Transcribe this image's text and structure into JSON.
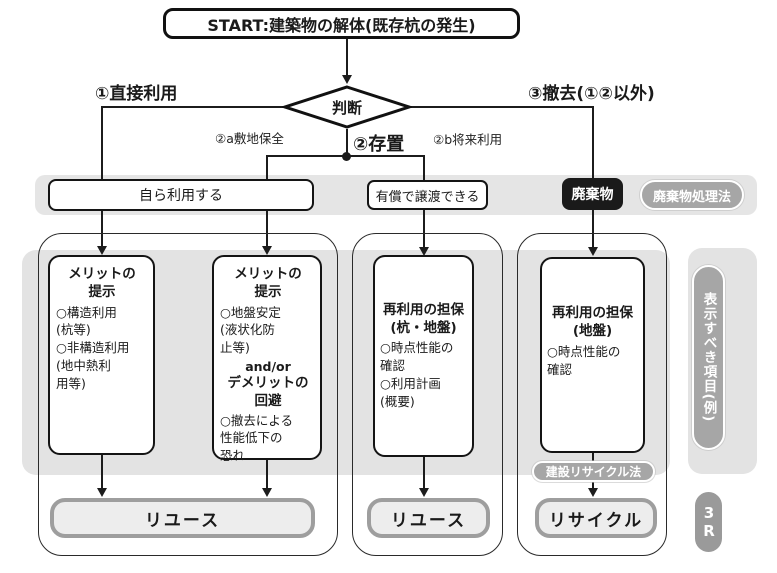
{
  "start": {
    "label": "START:建築物の解体(既存杭の発生)"
  },
  "decision": {
    "label": "判断"
  },
  "branches": {
    "direct_use": "①直接利用",
    "leave_in_place": "②存置",
    "site_preservation": "②a敷地保全",
    "future_use": "②b将来利用",
    "removal": "③撤去(①②以外)"
  },
  "middle_row": {
    "self_use": "自ら利用する",
    "paid_transfer": "有償で譲渡できる",
    "waste": "廃棄物",
    "waste_law": "廃棄物処理法"
  },
  "boxes": {
    "merit1": {
      "title": "メリットの\n提示",
      "body": "○構造利用\n(杭等)\n○非構造利用\n(地中熱利\n用等)"
    },
    "merit2": {
      "title": "メリットの\n提示",
      "body": "○地盤安定\n(液状化防\n止等)",
      "connector": "and/or",
      "title2": "デメリットの\n回避",
      "body2": "○撤去による\n性能低下の\n恐れ"
    },
    "pile_ground": {
      "title": "再利用の担保\n(杭・地盤)",
      "body": "○時点性能の\n確認\n○利用計画\n(概要)"
    },
    "ground": {
      "title": "再利用の担保\n(地盤)",
      "body": "○時点性能の\n確認"
    }
  },
  "outcomes": {
    "reuse1": "リユース",
    "reuse2": "リユース",
    "recycle": "リサイクル"
  },
  "badges": {
    "construction_recycle_law": "建設リサイクル法",
    "display_items": "表示すべき項目(例)",
    "three_r": "3R"
  },
  "colors": {
    "band": "#e5e5e5",
    "panel": "#e3e3e3",
    "badge": "#a6a6a6",
    "badge_dark": "#9a9a9a",
    "waste": "#1a1a1a",
    "outcomefill": "#ededed",
    "outcomeborder": "#9e9e9e",
    "line": "#1c1c1c"
  }
}
